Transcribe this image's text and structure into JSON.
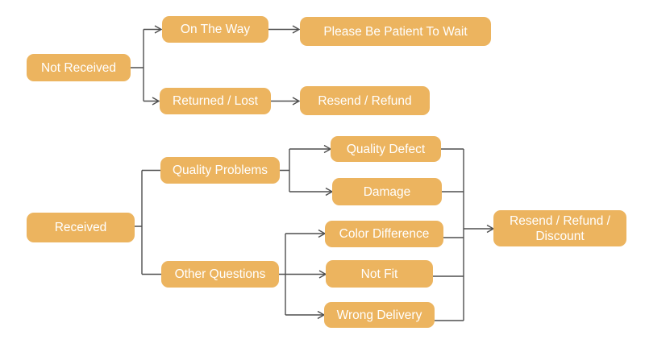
{
  "flowchart": {
    "nodes": {
      "not_received": {
        "label": "Not Received"
      },
      "on_the_way": {
        "label": "On The Way"
      },
      "please_wait": {
        "label": "Please Be Patient To Wait"
      },
      "returned_lost": {
        "label": "Returned / Lost"
      },
      "resend_refund": {
        "label": "Resend / Refund"
      },
      "received": {
        "label": "Received"
      },
      "quality_problems": {
        "label": "Quality Problems"
      },
      "other_questions": {
        "label": "Other Questions"
      },
      "quality_defect": {
        "label": "Quality Defect"
      },
      "damage": {
        "label": "Damage"
      },
      "color_difference": {
        "label": "Color Difference"
      },
      "not_fit": {
        "label": "Not Fit"
      },
      "wrong_delivery": {
        "label": "Wrong Delivery"
      },
      "resend_refund_discount": {
        "label": "Resend / Refund / Discount"
      }
    },
    "edges": [
      {
        "from": "Not Received",
        "to": "On The Way",
        "arrowhead": true
      },
      {
        "from": "Not Received",
        "to": "Returned / Lost",
        "arrowhead": true
      },
      {
        "from": "On The Way",
        "to": "Please Be Patient To Wait",
        "arrowhead": true
      },
      {
        "from": "Returned / Lost",
        "to": "Resend / Refund",
        "arrowhead": true
      },
      {
        "from": "Received",
        "to": "Quality Problems",
        "arrowhead": false
      },
      {
        "from": "Received",
        "to": "Other Questions",
        "arrowhead": false
      },
      {
        "from": "Quality Problems",
        "to": "Quality Defect",
        "arrowhead": true
      },
      {
        "from": "Quality Problems",
        "to": "Damage",
        "arrowhead": true
      },
      {
        "from": "Other Questions",
        "to": "Color Difference",
        "arrowhead": true
      },
      {
        "from": "Other Questions",
        "to": "Not Fit",
        "arrowhead": true
      },
      {
        "from": "Other Questions",
        "to": "Wrong Delivery",
        "arrowhead": true
      },
      {
        "from": "Quality Defect",
        "to": "Resend / Refund / Discount",
        "arrowhead": true
      },
      {
        "from": "Damage",
        "to": "Resend / Refund / Discount",
        "arrowhead": true
      },
      {
        "from": "Color Difference",
        "to": "Resend / Refund / Discount",
        "arrowhead": true
      },
      {
        "from": "Not Fit",
        "to": "Resend / Refund / Discount",
        "arrowhead": true
      },
      {
        "from": "Wrong Delivery",
        "to": "Resend / Refund / Discount",
        "arrowhead": true
      }
    ],
    "colors": {
      "node_fill": "#ecb45f",
      "node_text": "#ffffff",
      "line": "#4f4f4f",
      "canvas_bg": "#ffffff"
    }
  }
}
